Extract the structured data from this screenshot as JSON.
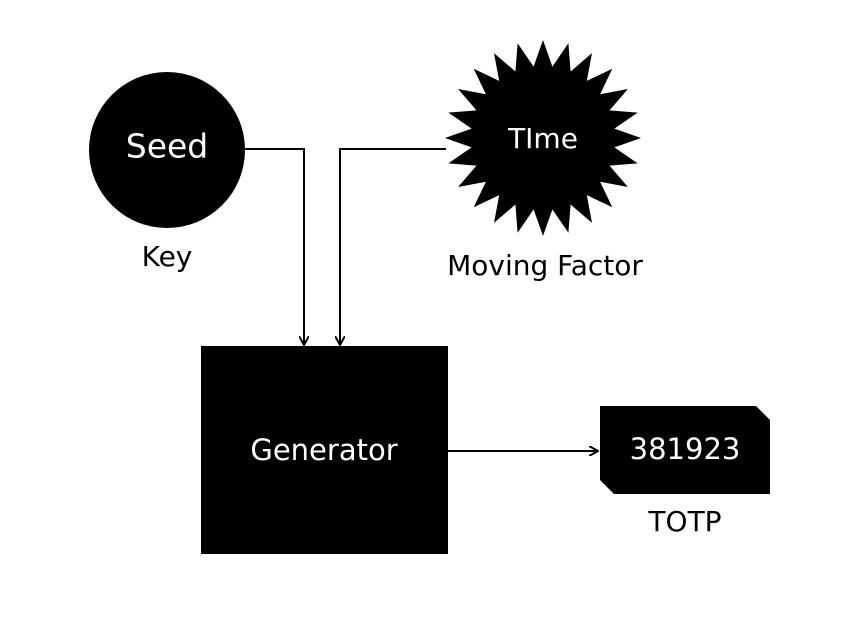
{
  "diagram": {
    "seed": {
      "label": "Seed",
      "caption": "Key"
    },
    "time": {
      "label": "TIme",
      "caption": "Moving Factor"
    },
    "generator": {
      "label": "Generator"
    },
    "output": {
      "label": "381923",
      "caption": "TOTP"
    }
  }
}
